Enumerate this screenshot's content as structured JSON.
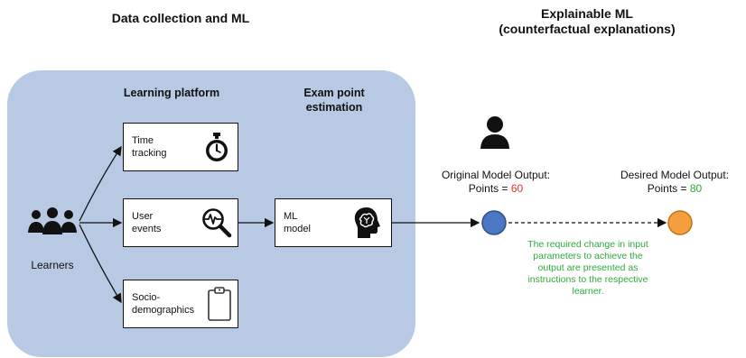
{
  "headers": {
    "left": "Data collection and ML",
    "right_line1": "Explainable ML",
    "right_line2": "(counterfactual explanations)"
  },
  "panel": {
    "learning_platform": "Learning platform",
    "exam_line1": "Exam point",
    "exam_line2": "estimation"
  },
  "learners_label": "Learners",
  "boxes": {
    "time": [
      "Time",
      "tracking"
    ],
    "user": [
      "User",
      "events"
    ],
    "socio": [
      "Socio-",
      "demographics"
    ],
    "ml": [
      "ML",
      "model"
    ]
  },
  "outputs": {
    "original_title": "Original Model Output:",
    "original_prefix": "Points = ",
    "original_value": "60",
    "desired_title": "Desired Model Output:",
    "desired_prefix": "Points = ",
    "desired_value": "80"
  },
  "note_lines": [
    "The required change in input",
    "parameters to achieve the",
    "output are presented as",
    "instructions to the respective",
    "learner."
  ],
  "colors": {
    "panel": "#b7c9e3",
    "original_node": "#4a78c2",
    "desired_node": "#f5a040",
    "highlight_red": "#e0342a",
    "highlight_green": "#2eaa3a"
  },
  "icons": {
    "time": "stopwatch-icon",
    "user": "magnifier-pulse-icon",
    "socio": "clipboard-icon",
    "ml": "brain-head-icon",
    "learners": "group-icon",
    "person": "person-icon"
  }
}
